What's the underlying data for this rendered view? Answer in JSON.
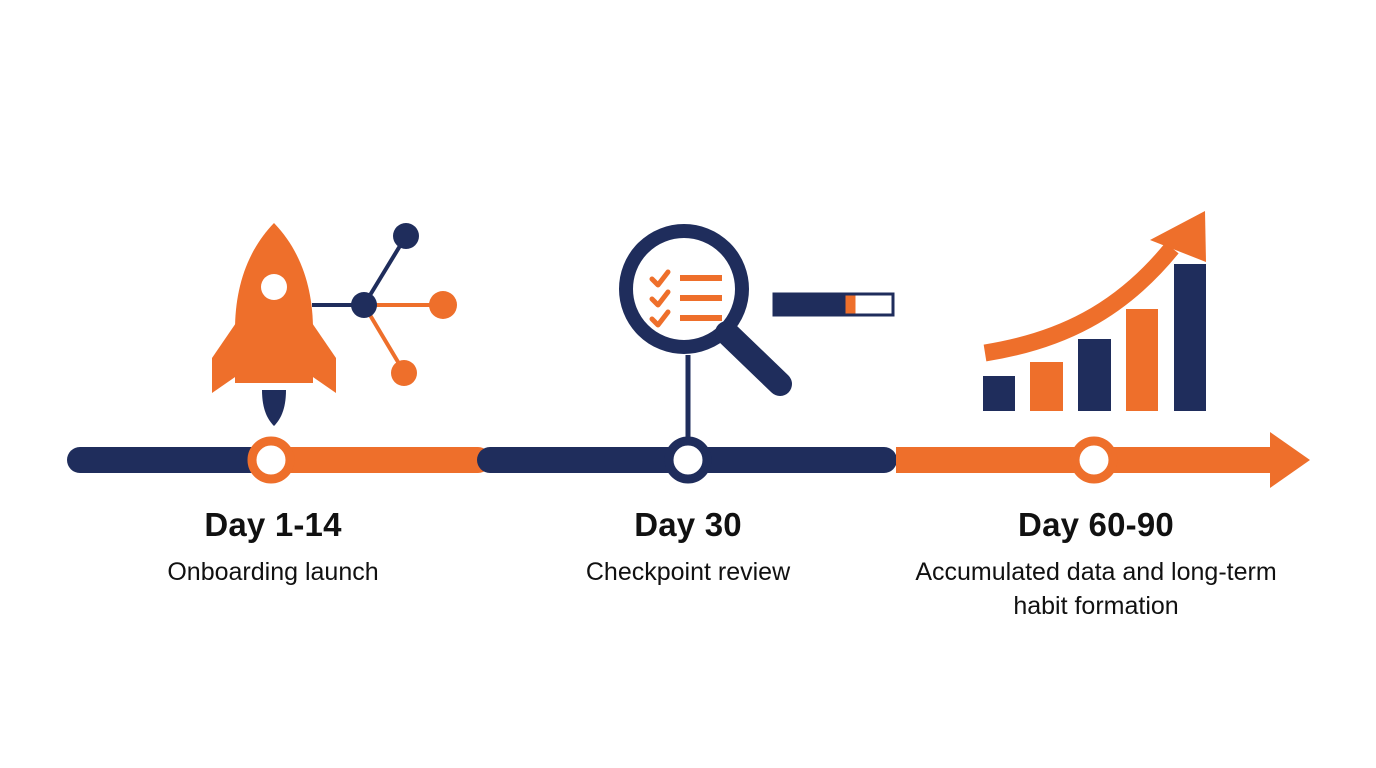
{
  "colors": {
    "navy": "#1f2d5c",
    "orange": "#ee6f2b",
    "background": "#ffffff",
    "text": "#111111"
  },
  "milestones": [
    {
      "title": "Day 1-14",
      "description": "Onboarding launch",
      "icon": "rocket-network-icon"
    },
    {
      "title": "Day 30",
      "description": "Checkpoint review",
      "icon": "magnifier-checklist-icon"
    },
    {
      "title": "Day 60-90",
      "description": "Accumulated data and long-term habit formation",
      "icon": "growth-bar-chart-icon"
    }
  ]
}
